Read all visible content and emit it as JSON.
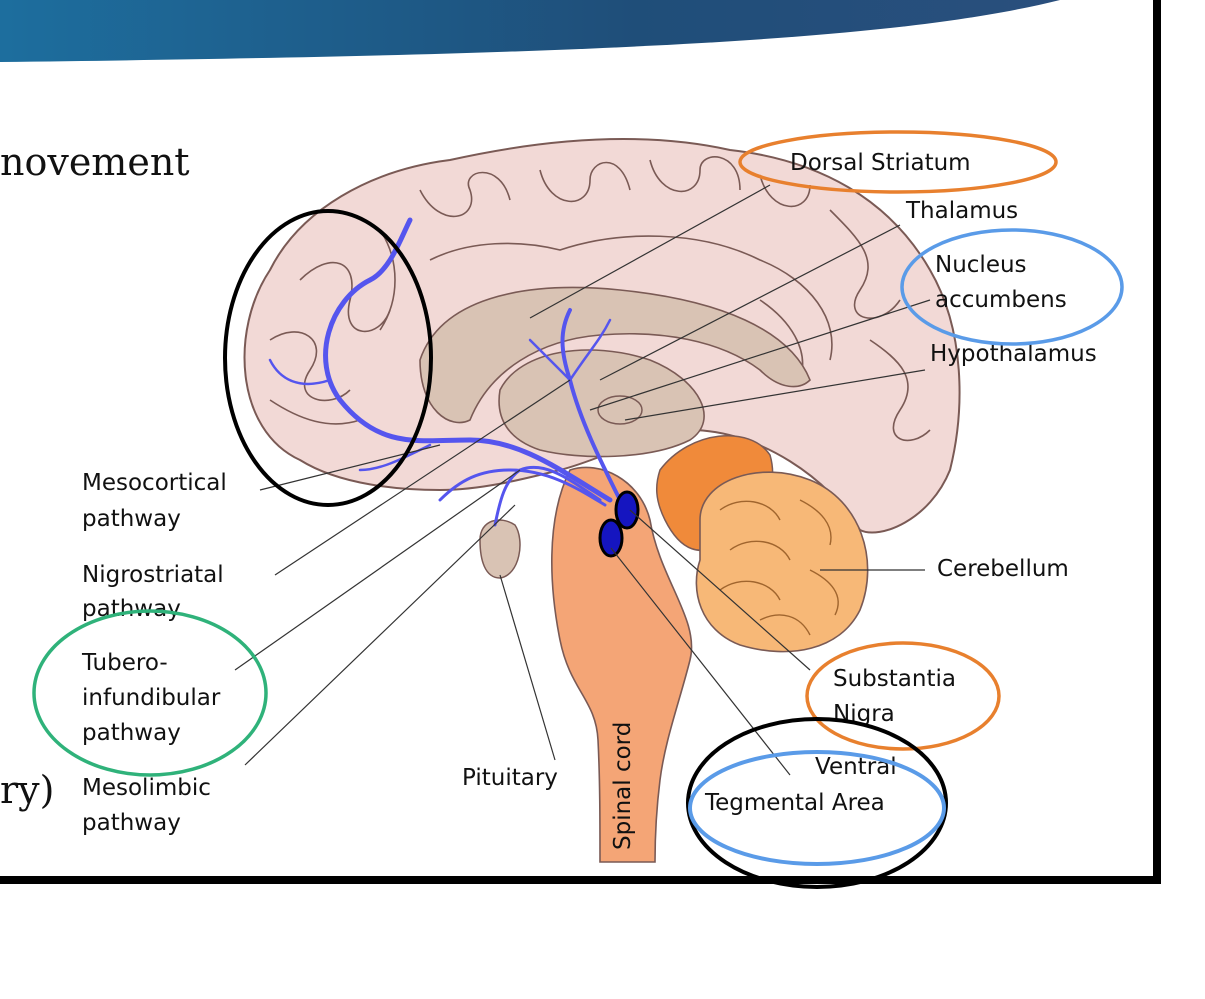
{
  "slide_text": {
    "top_left": "novement",
    "bottom_left": "ry)"
  },
  "labels": {
    "dorsal_striatum": "Dorsal Striatum",
    "thalamus": "Thalamus",
    "nucleus_accumbens_1": "Nucleus",
    "nucleus_accumbens_2": "accumbens",
    "hypothalamus": "Hypothalamus",
    "cerebellum": "Cerebellum",
    "substantia_1": "Substantia",
    "substantia_2": "Nigra",
    "vta_1": "Ventral",
    "vta_2": "Tegmental Area",
    "pituitary": "Pituitary",
    "spinal_cord": "Spinal cord",
    "mesocortical_1": "Mesocortical",
    "mesocortical_2": "pathway",
    "nigrostriatal_1": "Nigrostriatal",
    "nigrostriatal_2": "pathway",
    "tubero_1": "Tubero-",
    "tubero_2": "infundibular",
    "tubero_3": "pathway",
    "mesolimbic_1": "Mesolimbic",
    "mesolimbic_2": "pathway"
  },
  "colors": {
    "slide_banner": "#1f4e79",
    "brain": "#f2d9d6",
    "brain_outline": "#7a5a55",
    "inner": "#d9c3b4",
    "brainstem": "#f4a576",
    "cerebellum": "#f7b877",
    "pathway": "#5555ee",
    "highlight_orange": "#e8802e",
    "highlight_blue": "#5a9be8",
    "highlight_green": "#2fb27a",
    "highlight_black": "#000000"
  }
}
